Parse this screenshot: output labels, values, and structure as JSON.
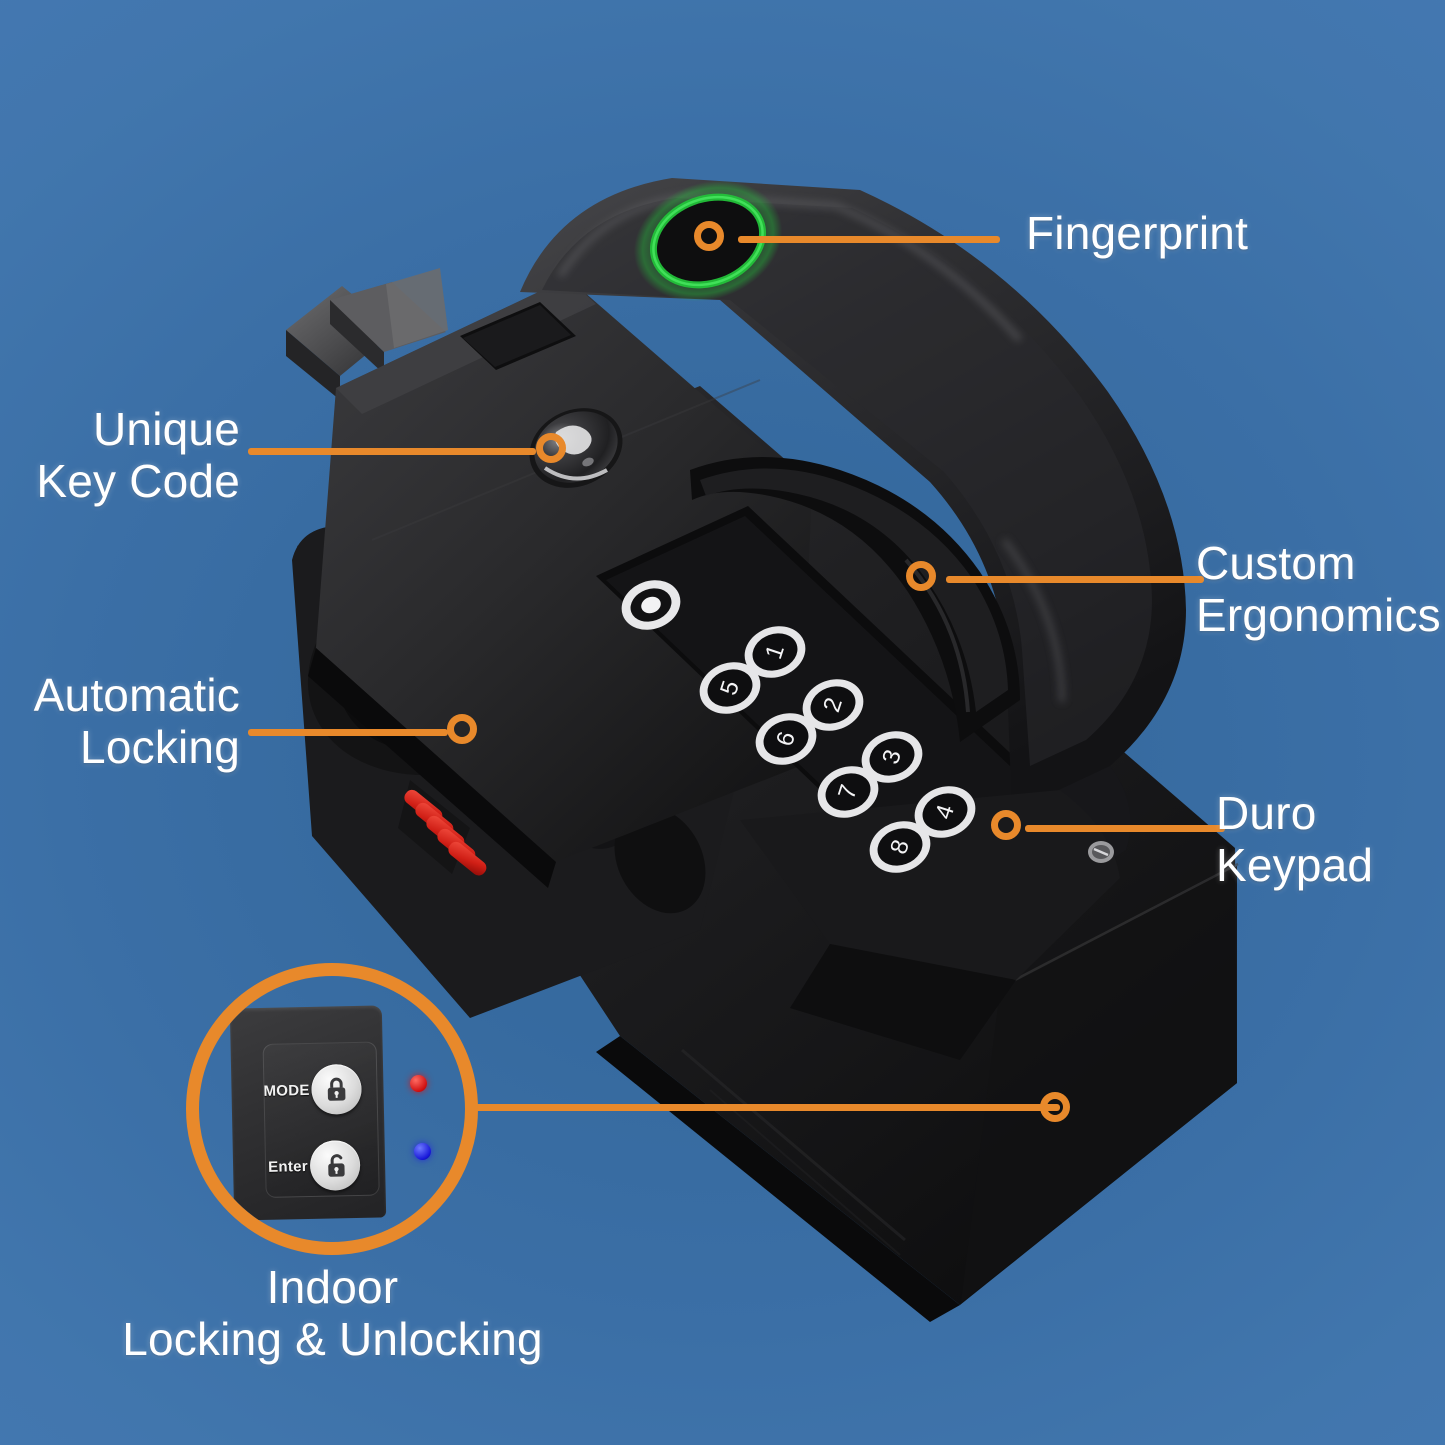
{
  "image": {
    "title": "Smart Door Lock Feature Callout Infographic",
    "background_color_outer": "#4679b5",
    "background_color_inner": "#34669d",
    "accent_color": "#e8892b",
    "label_color": "#ffffff",
    "product_color": "#2b2b2d",
    "fingerprint_ring_color": "#23c23a"
  },
  "callouts": [
    {
      "id": "fingerprint",
      "label": "Fingerprint",
      "align": "left",
      "target": "fingerprint-sensor"
    },
    {
      "id": "unique-key-code",
      "label": "Unique\nKey Code",
      "align": "right",
      "target": "key-cylinder"
    },
    {
      "id": "automatic-locking",
      "label": "Automatic\nLocking",
      "align": "right",
      "target": "latch-mechanism"
    },
    {
      "id": "custom-ergonomics",
      "label": "Custom\nErgonomics",
      "align": "left",
      "target": "handle-grip"
    },
    {
      "id": "duro-keypad",
      "label": "Duro\nKeypad",
      "align": "left",
      "target": "keypad"
    },
    {
      "id": "indoor-locking",
      "label": "Indoor\nLocking & Unlocking",
      "align": "center",
      "target": "indoor-panel"
    }
  ],
  "keypad": {
    "power_key": "●",
    "keys": [
      "1",
      "5",
      "2",
      "6",
      "3",
      "7",
      "4",
      "8"
    ]
  },
  "indoor_panel": {
    "buttons": [
      {
        "label": "MODE",
        "icon": "lock-closed-icon"
      },
      {
        "label": "Enter",
        "icon": "lock-open-icon"
      }
    ],
    "leds": [
      {
        "name": "status-led-red",
        "color": "#d01010"
      },
      {
        "name": "status-led-blue",
        "color": "#1616d8"
      }
    ]
  }
}
